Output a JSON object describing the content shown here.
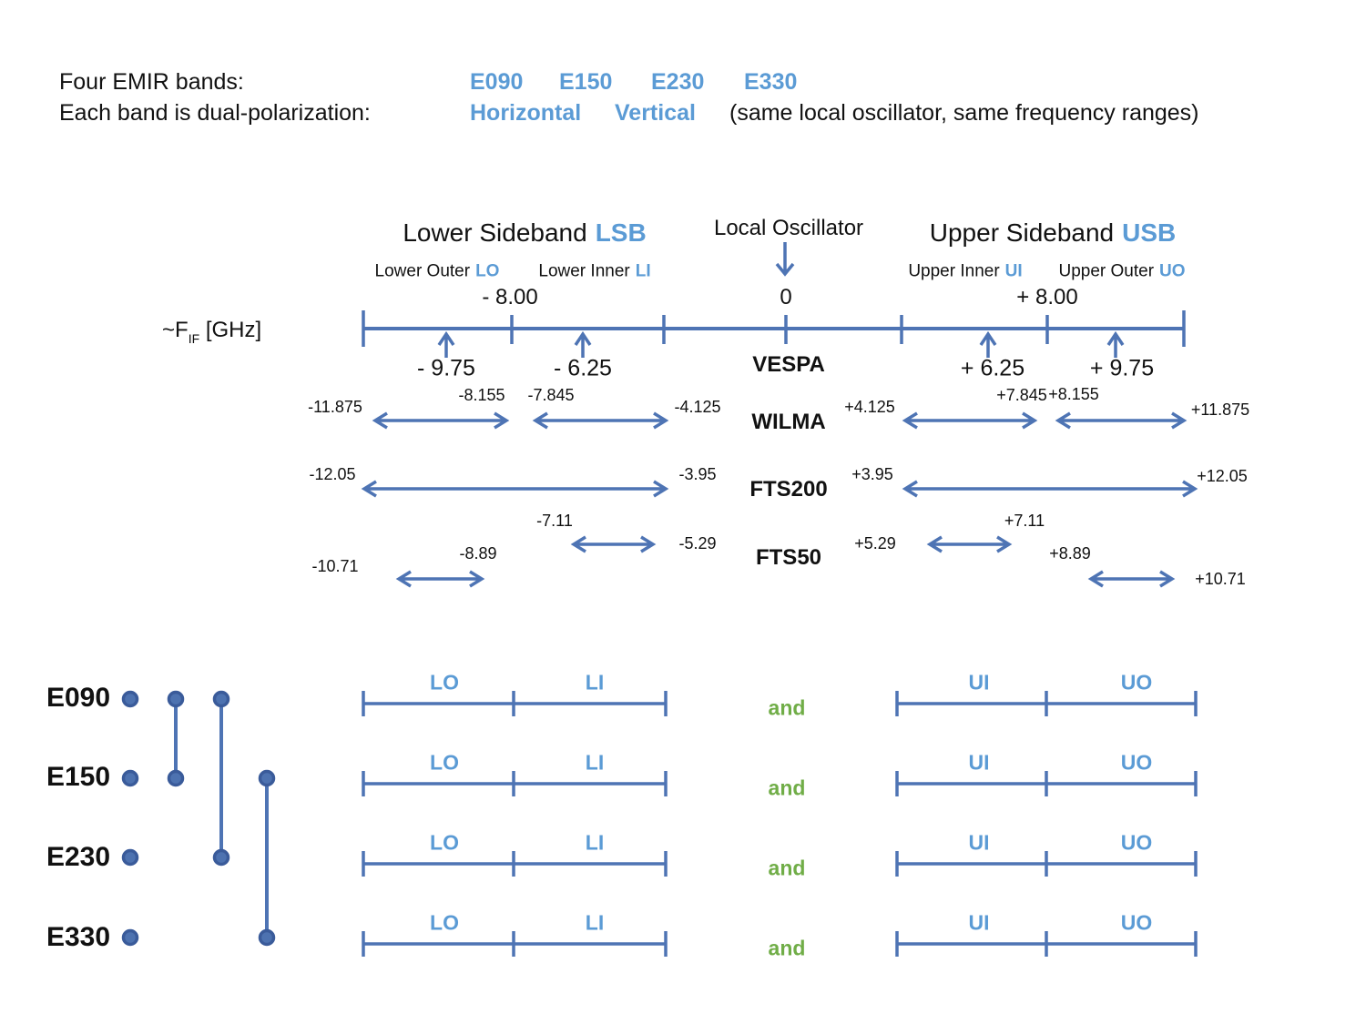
{
  "colors": {
    "accent_blue": "#5B9BD5",
    "line_blue": "#4E74B4",
    "dot_fill": "#4D72B0",
    "dot_stroke": "#3A5B9A",
    "green": "#70AD47",
    "text_black": "#111111"
  },
  "header": {
    "line1_label": "Four EMIR bands:",
    "bands": [
      "E090",
      "E150",
      "E230",
      "E330"
    ],
    "line2_label": "Each band is dual-polarization:",
    "polarizations": [
      "Horizontal",
      "Vertical"
    ],
    "note": "(same local oscillator, same frequency ranges)"
  },
  "diagram": {
    "lsb": {
      "title": "Lower Sideband",
      "abbr": "LSB"
    },
    "local_oscillator": {
      "title": "Local Oscillator"
    },
    "usb": {
      "title": "Upper Sideband",
      "abbr": "USB"
    },
    "subbands": {
      "lower_outer": {
        "name": "Lower Outer",
        "abbr": "LO"
      },
      "lower_inner": {
        "name": "Lower Inner",
        "abbr": "LI"
      },
      "upper_inner": {
        "name": "Upper Inner",
        "abbr": "UI"
      },
      "upper_outer": {
        "name": "Upper Outer",
        "abbr": "UO"
      }
    },
    "axis": {
      "label_main": "~F",
      "label_sub": "IF",
      "label_unit": "[GHz]",
      "lsb_edge": "- 8.00",
      "center": "0",
      "usb_edge": "+ 8.00"
    }
  },
  "backends": {
    "vespa": {
      "name": "VESPA",
      "markers": [
        "- 9.75",
        "- 6.25",
        "+ 6.25",
        "+ 9.75"
      ]
    },
    "wilma": {
      "name": "WILMA",
      "edges": [
        "-11.875",
        "-8.155",
        "-7.845",
        "-4.125",
        "+4.125",
        "+7.845",
        "+8.155",
        "+11.875"
      ]
    },
    "fts200": {
      "name": "FTS200",
      "edges": [
        "-12.05",
        "-3.95",
        "+3.95",
        "+12.05"
      ]
    },
    "fts50": {
      "name": "FTS50",
      "edges": [
        "-10.71",
        "-8.89",
        "-7.11",
        "-5.29",
        "+5.29",
        "+7.11",
        "+8.89",
        "+10.71"
      ]
    }
  },
  "band_rows": {
    "conjunction": "and",
    "segments": {
      "lo": "LO",
      "li": "LI",
      "ui": "UI",
      "uo": "UO"
    },
    "bands": [
      {
        "name": "E090"
      },
      {
        "name": "E150"
      },
      {
        "name": "E230"
      },
      {
        "name": "E330"
      }
    ],
    "connections": [
      [
        "E090",
        "E150"
      ],
      [
        "E090",
        "E230"
      ],
      [
        "E150",
        "E330"
      ]
    ]
  }
}
